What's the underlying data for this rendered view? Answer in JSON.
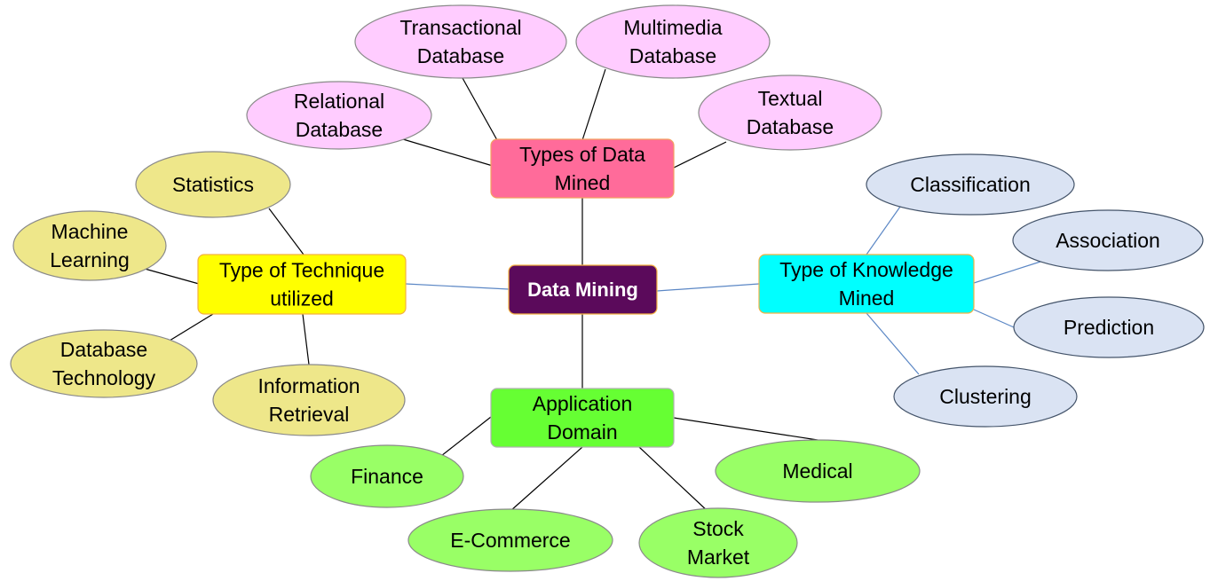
{
  "center": {
    "label": "Data Mining",
    "fill": "#5b0a5b"
  },
  "categories": [
    {
      "id": "types",
      "label_lines": [
        "Types of Data",
        "Mined"
      ],
      "fill": "#ff6b9a",
      "stroke": "#f4a060",
      "leaf_fill": "#ffccff",
      "leaf_stroke": "#8a8a8a",
      "leaves": [
        {
          "id": "relational",
          "lines": [
            "Relational",
            "Database"
          ]
        },
        {
          "id": "transactional",
          "lines": [
            "Transactional",
            "Database"
          ]
        },
        {
          "id": "multimedia",
          "lines": [
            "Multimedia",
            "Database"
          ]
        },
        {
          "id": "textual",
          "lines": [
            "Textual",
            "Database"
          ]
        }
      ]
    },
    {
      "id": "technique",
      "label_lines": [
        "Type of Technique",
        "utilized"
      ],
      "fill": "#ffff00",
      "stroke": "#f4b040",
      "leaf_fill": "#eee78a",
      "leaf_stroke": "#8a8a8a",
      "leaves": [
        {
          "id": "statistics",
          "lines": [
            "Statistics"
          ]
        },
        {
          "id": "machine-learning",
          "lines": [
            "Machine",
            "Learning"
          ]
        },
        {
          "id": "database-technology",
          "lines": [
            "Database",
            "Technology"
          ]
        },
        {
          "id": "information-retrieval",
          "lines": [
            "Information",
            "Retrieval"
          ]
        }
      ]
    },
    {
      "id": "knowledge",
      "label_lines": [
        "Type of Knowledge",
        "Mined"
      ],
      "fill": "#00ffff",
      "stroke": "#f4b040",
      "leaf_fill": "#dae3f3",
      "leaf_stroke": "#44546a",
      "leaves": [
        {
          "id": "classification",
          "lines": [
            "Classification"
          ]
        },
        {
          "id": "association",
          "lines": [
            "Association"
          ]
        },
        {
          "id": "prediction",
          "lines": [
            "Prediction"
          ]
        },
        {
          "id": "clustering",
          "lines": [
            "Clustering"
          ]
        }
      ]
    },
    {
      "id": "application",
      "label_lines": [
        "Application",
        "Domain"
      ],
      "fill": "#66ff33",
      "stroke": "#b0b0b0",
      "leaf_fill": "#99ff66",
      "leaf_stroke": "#8a8a8a",
      "leaves": [
        {
          "id": "finance",
          "lines": [
            "Finance"
          ]
        },
        {
          "id": "e-commerce",
          "lines": [
            "E-Commerce"
          ]
        },
        {
          "id": "stock-market",
          "lines": [
            "Stock",
            "Market"
          ]
        },
        {
          "id": "medical",
          "lines": [
            "Medical"
          ]
        }
      ]
    }
  ]
}
